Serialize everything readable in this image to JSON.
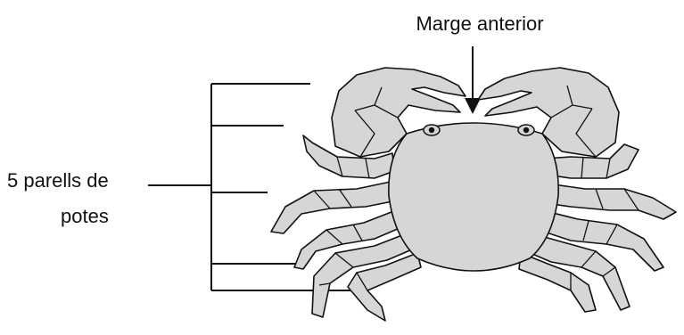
{
  "labels": {
    "anterior_margin": "Marge anterior",
    "legs_line1": "5 parells de",
    "legs_line2": "potes"
  },
  "colors": {
    "shell_fill": "#d6d6d6",
    "outline": "#111111",
    "background": "#ffffff"
  }
}
